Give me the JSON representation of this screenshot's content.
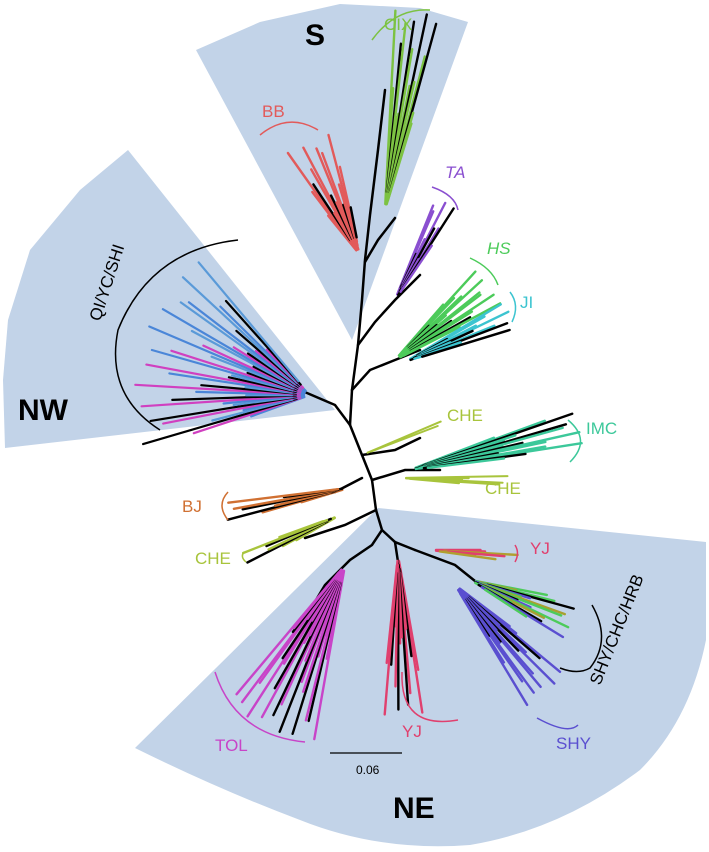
{
  "regions": [
    {
      "id": "S",
      "label": "S"
    },
    {
      "id": "NW",
      "label": "NW"
    },
    {
      "id": "NE",
      "label": "NE"
    }
  ],
  "clades": [
    {
      "id": "cix",
      "label": "CIX",
      "color": "#7cc242"
    },
    {
      "id": "bb",
      "label": "BB",
      "color": "#e25a5a"
    },
    {
      "id": "ta",
      "label": "TA",
      "color": "#8a4fd0"
    },
    {
      "id": "hs",
      "label": "HS",
      "color": "#4ccb5a"
    },
    {
      "id": "ji",
      "label": "JI",
      "color": "#3cc4d0"
    },
    {
      "id": "qiycshi",
      "label": "QI/YC/SHI",
      "color": "#000000"
    },
    {
      "id": "che1",
      "label": "CHE",
      "color": "#a8c43c"
    },
    {
      "id": "imc",
      "label": "IMC",
      "color": "#3cc89a"
    },
    {
      "id": "che2",
      "label": "CHE",
      "color": "#a8c43c"
    },
    {
      "id": "bj",
      "label": "BJ",
      "color": "#d07032"
    },
    {
      "id": "che3",
      "label": "CHE",
      "color": "#a8c43c"
    },
    {
      "id": "yj1",
      "label": "YJ",
      "color": "#e0406e"
    },
    {
      "id": "shychchrb",
      "label": "SHY/CHC/HRB",
      "color": "#000000"
    },
    {
      "id": "yj2",
      "label": "YJ",
      "color": "#e0406e"
    },
    {
      "id": "shy",
      "label": "SHY",
      "color": "#5a4fd0"
    },
    {
      "id": "tol",
      "label": "TOL",
      "color": "#c844c8"
    }
  ],
  "scale_bar": {
    "label": "0.06"
  },
  "colors": {
    "region_fill": "#c2d3e8",
    "backbone": "#000000",
    "nw_mix": [
      "#4a86d8",
      "#d040c0",
      "#000000",
      "#5a9ad8"
    ]
  }
}
